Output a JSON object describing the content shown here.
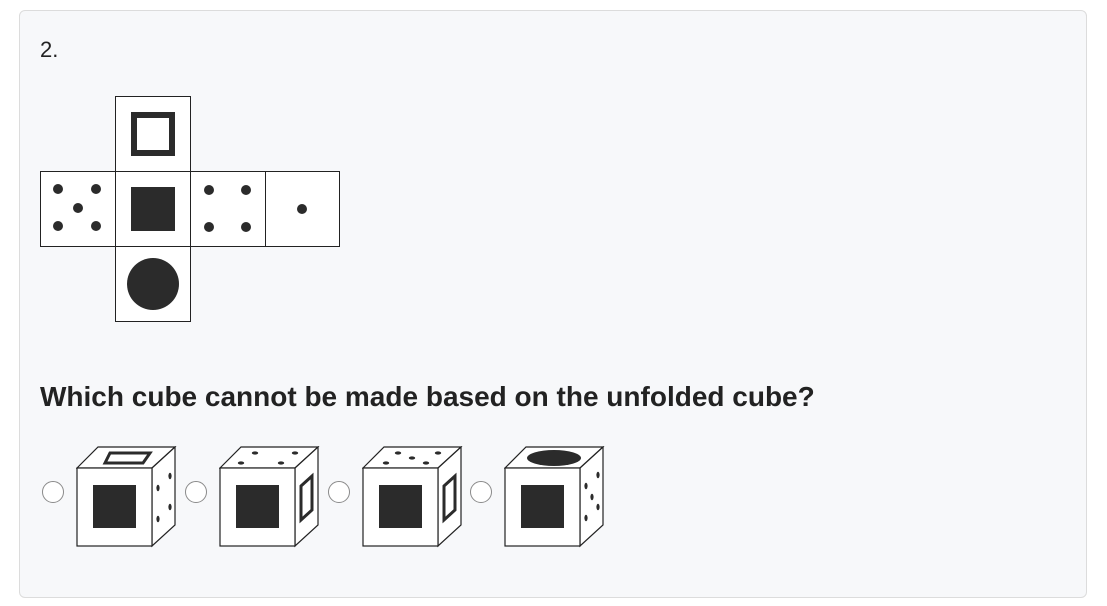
{
  "question": {
    "number": "2.",
    "text": "Which cube cannot be made based on the unfolded cube?"
  },
  "net": {
    "faces": [
      {
        "position": "top",
        "symbol": "hollow-square-icon"
      },
      {
        "position": "left",
        "symbol": "five-dots-icon"
      },
      {
        "position": "center",
        "symbol": "filled-square-icon"
      },
      {
        "position": "right",
        "symbol": "four-dots-icon"
      },
      {
        "position": "far-right",
        "symbol": "one-dot-icon"
      },
      {
        "position": "bottom",
        "symbol": "filled-circle-icon"
      }
    ]
  },
  "options": [
    {
      "index": 1,
      "front": "filled-square-icon",
      "top": "hollow-square-icon",
      "side": "four-dots-icon"
    },
    {
      "index": 2,
      "front": "filled-square-icon",
      "top": "four-dots-icon",
      "side": "hollow-square-icon"
    },
    {
      "index": 3,
      "front": "filled-square-icon",
      "top": "five-dots-icon",
      "side": "hollow-square-icon"
    },
    {
      "index": 4,
      "front": "filled-square-icon",
      "top": "filled-circle-icon",
      "side": "five-dots-icon"
    }
  ],
  "colors": {
    "ink": "#2b2b2b",
    "card_background": "#f7f8fa",
    "card_border": "#dcdcdc",
    "face_border": "#222222"
  }
}
